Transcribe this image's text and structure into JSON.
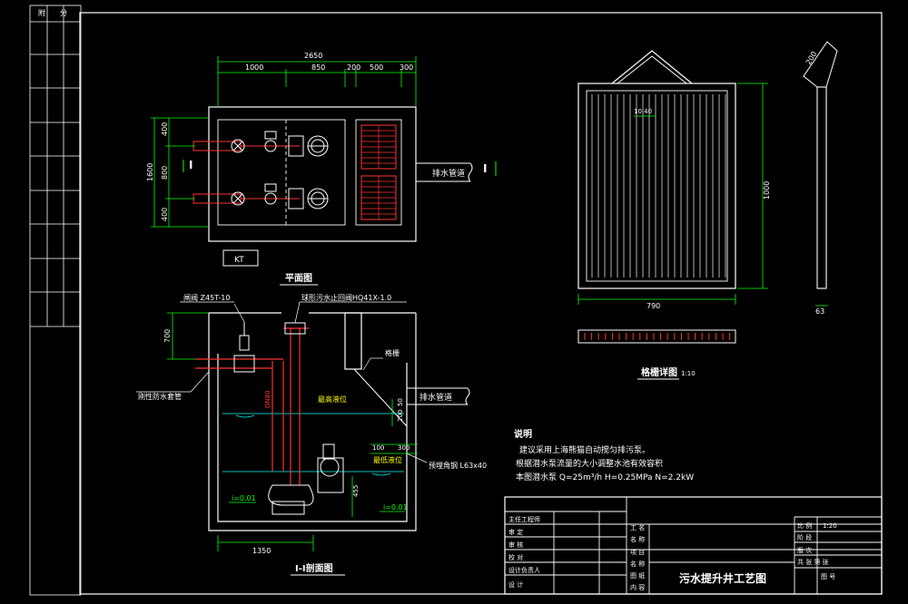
{
  "colors": {
    "background": "#000000",
    "frame": "#ffffff",
    "dimension": "#00ff00",
    "pipe": "#ff3333",
    "equipment": "#ffffff",
    "annotation": "#ffff00",
    "water": "#00ffff"
  },
  "left_strip": {
    "label_1": "附",
    "label_2": "分"
  },
  "plan": {
    "title": "平面图",
    "total_width": "2650",
    "seg_widths": [
      "1000",
      "850",
      "200",
      "500",
      "300"
    ],
    "height_total": "1600",
    "height_segs": [
      "400",
      "800",
      "400"
    ],
    "section_mark": "I",
    "outlet_label": "排水管道",
    "kt_label": "KT"
  },
  "section": {
    "title": "I-I剖面图",
    "valve_label": "闸阀 Z45T-10",
    "check_valve_label": "球形污水止回阀HQ41X-1.0",
    "grille_label": "格栅",
    "sleeve_label": "刚性防水套管",
    "outlet_label": "排水管道",
    "max_level": "最高液位",
    "min_level": "最低液位",
    "embed_label": "预埋角钢 L63x40",
    "pipe_size": "DN80",
    "slope_1": "i=0.01",
    "slope_2": "i=0.01",
    "dim_700": "700",
    "dim_1350": "1350",
    "dim_300": "300",
    "dim_100": "100",
    "dim_200": "200",
    "dim_50": "50",
    "dim_455": "455"
  },
  "grille": {
    "title": "格栅详图",
    "scale": "1:10",
    "bar_dims": "10 40",
    "height": "1000",
    "width": "790",
    "side_width": "63",
    "hanger": "200"
  },
  "notes": {
    "heading": "说明",
    "lines": [
      "建议采用上海熊猫自动搅匀排污泵。",
      "根据潜水泵流量的大小调整水池有效容积",
      "本图潜水泵 Q=25m³/h  H=0.25MPa N=2.2kW"
    ]
  },
  "title_block": {
    "left_labels": [
      "主任工程师",
      "审    定",
      "审    核",
      "校    对",
      "设计负责人",
      "设    计"
    ],
    "mid_labels": [
      "工  名",
      "名  称",
      "项  目",
      "名  称",
      "图  纸",
      "内  容"
    ],
    "drawing_title": "污水提升井工艺图",
    "right_labels": [
      "比  例",
      "阶  段",
      "版  次",
      "共    张  第    张",
      "图    号"
    ],
    "scale_value": "1:20"
  }
}
